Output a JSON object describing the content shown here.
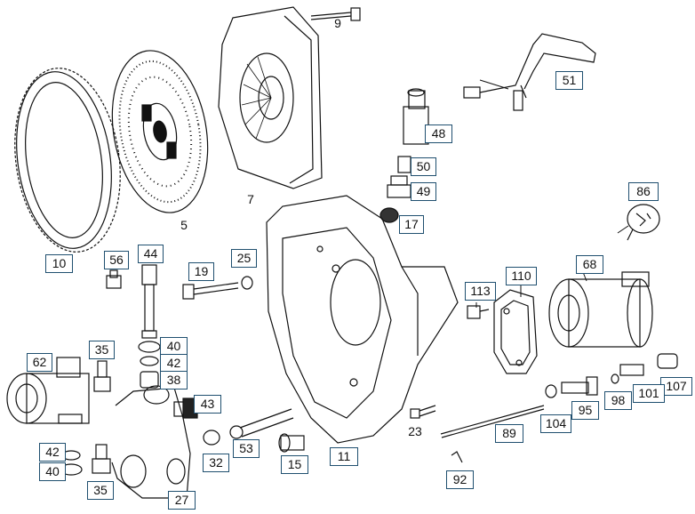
{
  "diagram": {
    "callouts": [
      {
        "id": "9",
        "boxed": false
      },
      {
        "id": "51",
        "boxed": true
      },
      {
        "id": "48",
        "boxed": true
      },
      {
        "id": "50",
        "boxed": true
      },
      {
        "id": "49",
        "boxed": true
      },
      {
        "id": "17",
        "boxed": true
      },
      {
        "id": "86",
        "boxed": true
      },
      {
        "id": "7",
        "boxed": false
      },
      {
        "id": "5",
        "boxed": false
      },
      {
        "id": "10",
        "boxed": true
      },
      {
        "id": "56",
        "boxed": true
      },
      {
        "id": "44",
        "boxed": true
      },
      {
        "id": "19",
        "boxed": true
      },
      {
        "id": "25",
        "boxed": true
      },
      {
        "id": "110",
        "boxed": true
      },
      {
        "id": "113",
        "boxed": true
      },
      {
        "id": "68",
        "boxed": true
      },
      {
        "id": "35",
        "boxed": true
      },
      {
        "id": "40",
        "boxed": true
      },
      {
        "id": "42",
        "boxed": true
      },
      {
        "id": "38",
        "boxed": true
      },
      {
        "id": "62",
        "boxed": true
      },
      {
        "id": "43",
        "boxed": true
      },
      {
        "id": "23",
        "boxed": false
      },
      {
        "id": "107",
        "boxed": true
      },
      {
        "id": "101",
        "boxed": true
      },
      {
        "id": "98",
        "boxed": true
      },
      {
        "id": "95",
        "boxed": true
      },
      {
        "id": "104",
        "boxed": true
      },
      {
        "id": "89",
        "boxed": true
      },
      {
        "id": "42",
        "boxed": true
      },
      {
        "id": "40",
        "boxed": true
      },
      {
        "id": "53",
        "boxed": true
      },
      {
        "id": "32",
        "boxed": true
      },
      {
        "id": "15",
        "boxed": true
      },
      {
        "id": "11",
        "boxed": true
      },
      {
        "id": "92",
        "boxed": true
      },
      {
        "id": "35",
        "boxed": true
      },
      {
        "id": "27",
        "boxed": true
      }
    ]
  }
}
